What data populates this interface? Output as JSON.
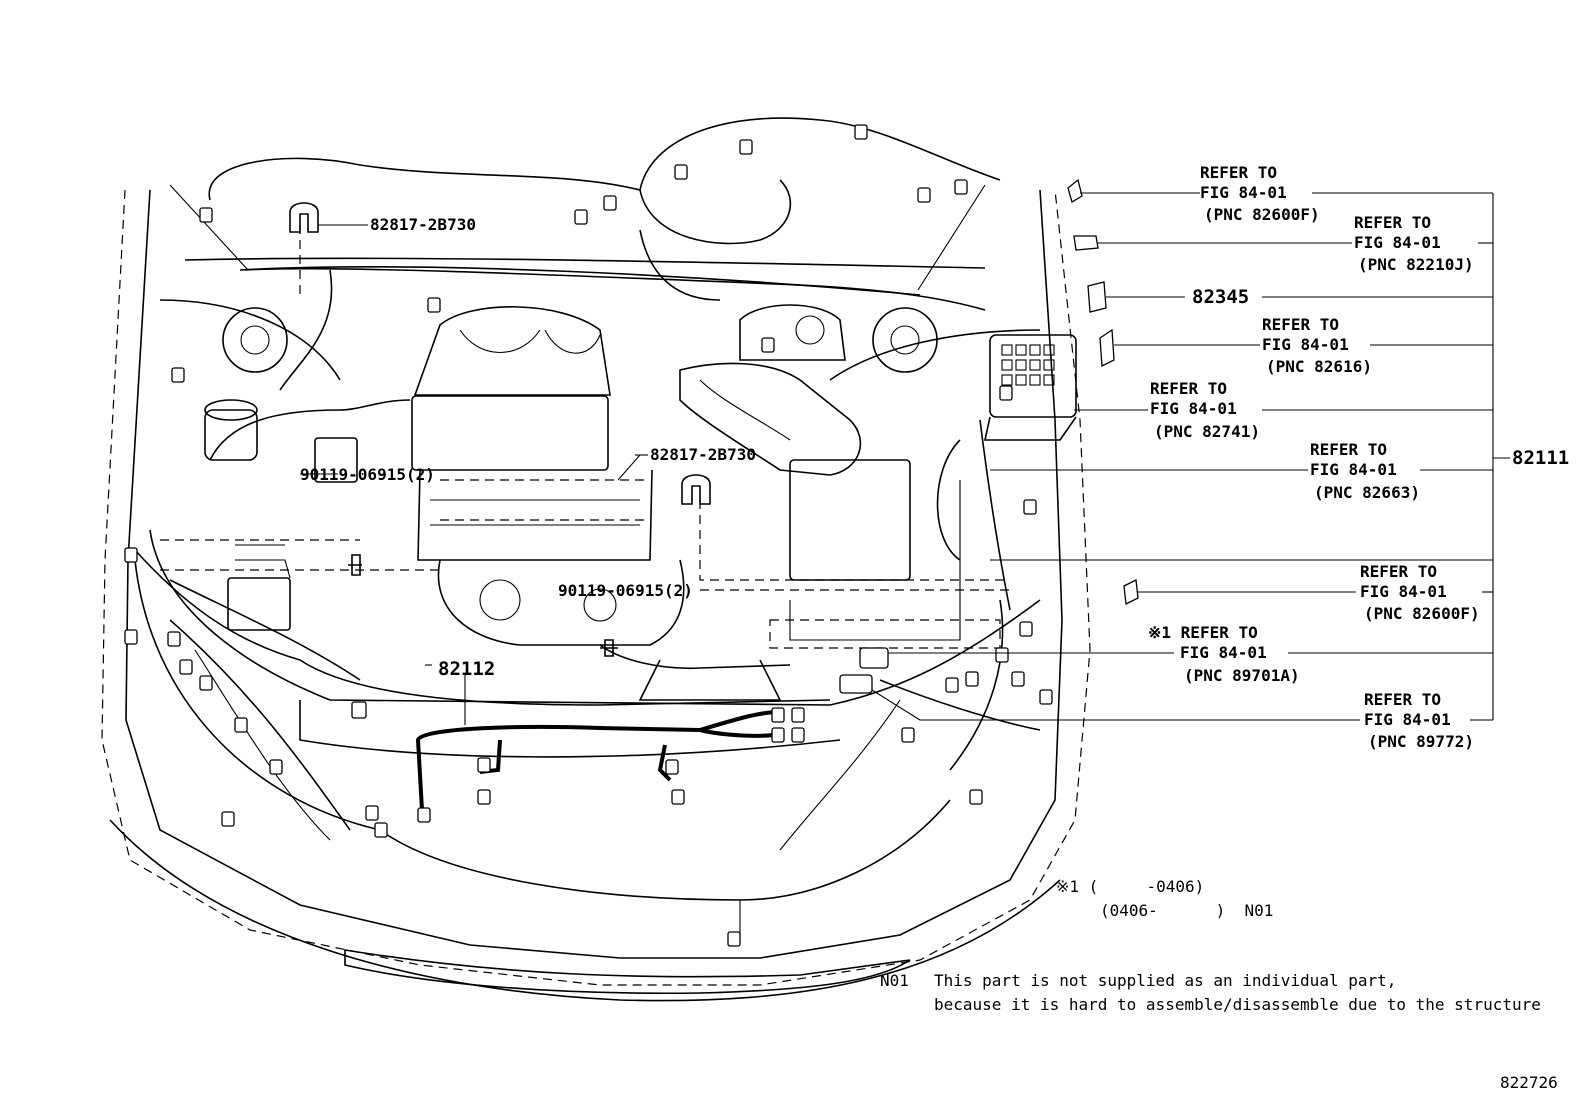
{
  "callouts": {
    "top_left_clip": "82817-2B730",
    "center_clip": "82817-2B730",
    "bolt_upper": "90119-06915(2)",
    "bolt_lower": "90119-06915(2)",
    "harness_main": "82112",
    "harness_engine_room": "82111",
    "relay": "82345"
  },
  "references": [
    {
      "head": "REFER TO",
      "fig": "FIG 84-01",
      "pnc": "(PNC 82600F)"
    },
    {
      "head": "REFER TO",
      "fig": "FIG 84-01",
      "pnc": "(PNC 82210J)"
    },
    {
      "head": "REFER TO",
      "fig": "FIG 84-01",
      "pnc": "(PNC 82616)"
    },
    {
      "head": "REFER TO",
      "fig": "FIG 84-01",
      "pnc": "(PNC 82741)"
    },
    {
      "head": "REFER TO",
      "fig": "FIG 84-01",
      "pnc": "(PNC 82663)"
    },
    {
      "head": "REFER TO",
      "fig": "FIG 84-01",
      "pnc": "(PNC 82600F)"
    },
    {
      "head": "※1 REFER TO",
      "fig": "FIG 84-01",
      "pnc": "(PNC 89701A)"
    },
    {
      "head": "REFER TO",
      "fig": "FIG 84-01",
      "pnc": "(PNC 89772)"
    }
  ],
  "notes": {
    "footnote_1_line1": "※1 (     -0406)",
    "footnote_1_line2": "(0406-      )  N01",
    "n01_code": "N01",
    "n01_line1": "This part is not supplied as an individual part,",
    "n01_line2": "because it is hard to assemble/disassemble due to the structure"
  },
  "figure_id": "822726"
}
